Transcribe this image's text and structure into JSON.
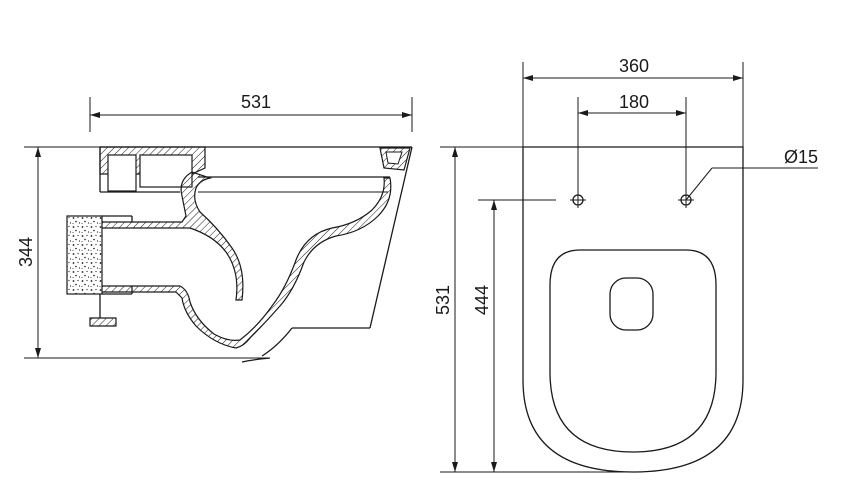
{
  "side_view": {
    "length_label": "531",
    "height_label": "344"
  },
  "top_view": {
    "width_label": "360",
    "hole_spacing_label": "180",
    "hole_diameter_label": "Ø15",
    "length_label": "531",
    "hole_distance_label": "444"
  },
  "colors": {
    "line": "#1a1a1a",
    "background": "#ffffff"
  }
}
